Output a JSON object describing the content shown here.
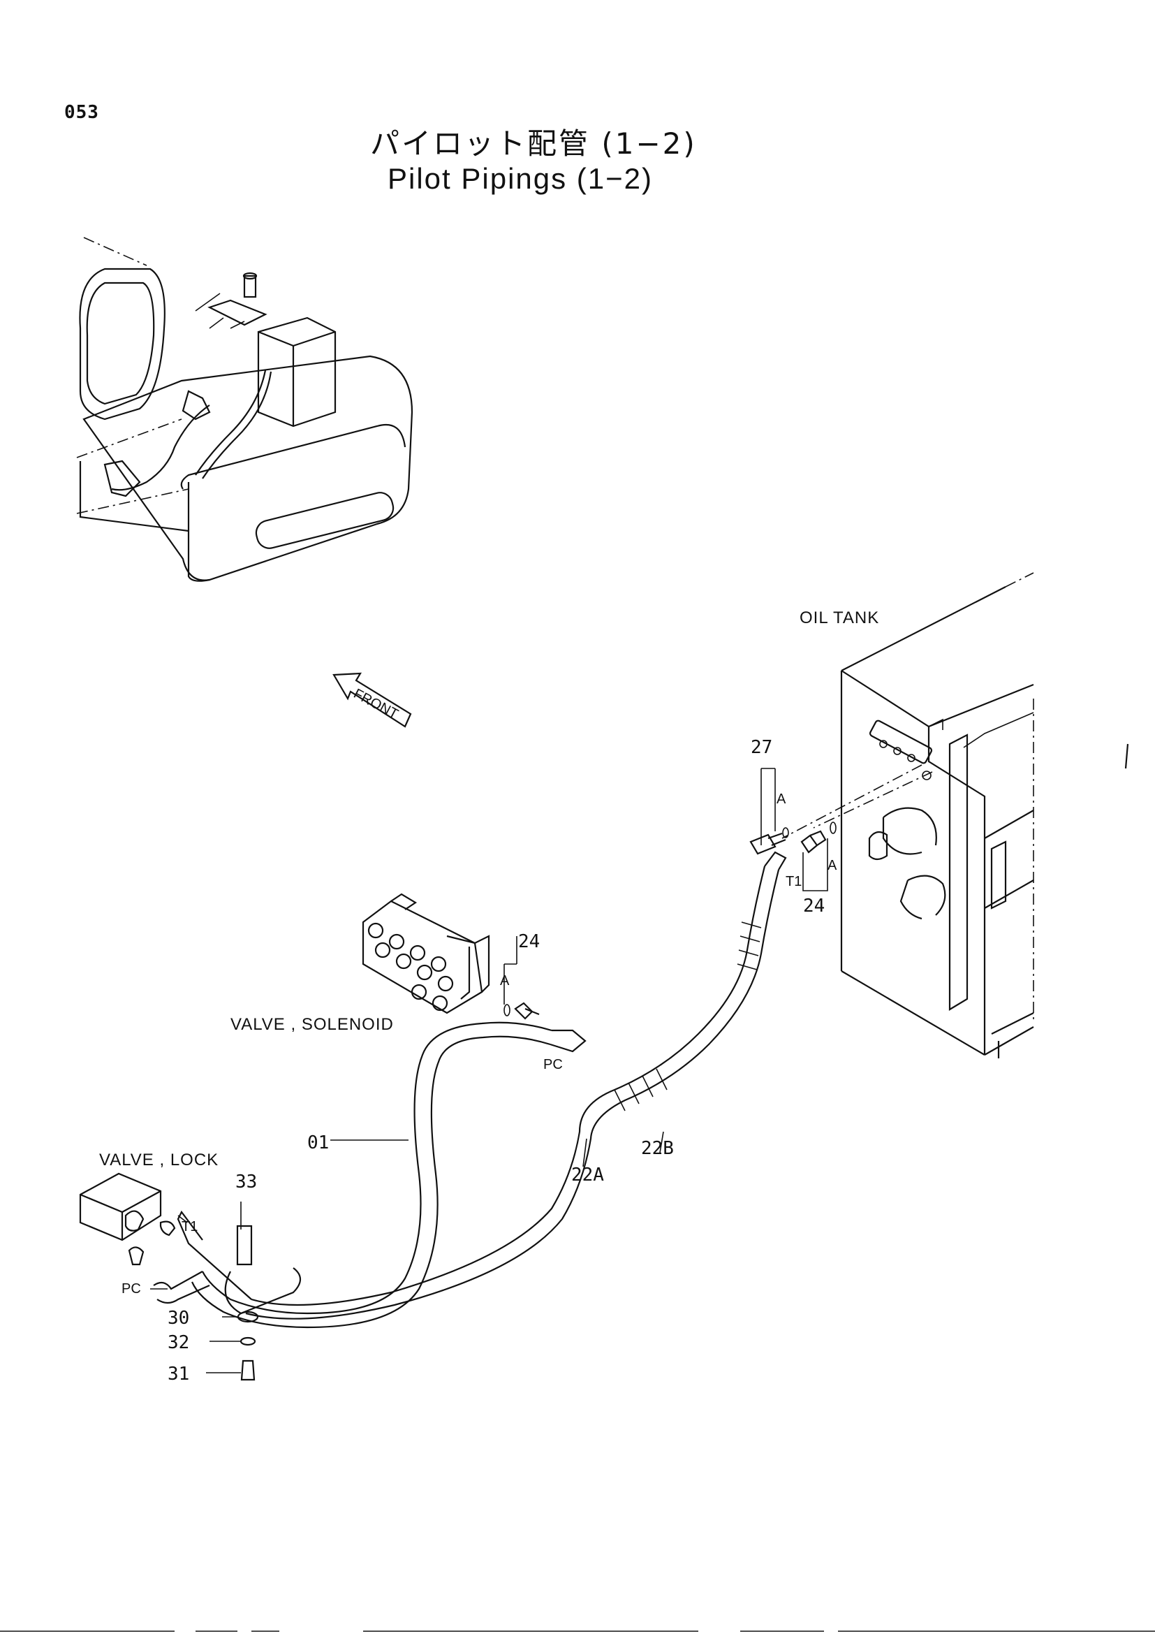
{
  "page_number": "053",
  "title_jp": "パイロット配管 (1−2)",
  "title_en": "Pilot Pipings (1−2)",
  "labels": {
    "oil_tank": "OIL TANK",
    "front": "FRONT",
    "valve_solenoid": "VALVE , SOLENOID",
    "valve_lock": "VALVE , LOCK",
    "pc_solenoid": "PC",
    "pc_lock": "PC",
    "t1_tank": "T1",
    "t1_lock": "T1",
    "a_tank_left": "A",
    "a_tank_right": "A",
    "a_solenoid": "A"
  },
  "callouts": {
    "p27": "27",
    "p24_tank": "24",
    "p24_solenoid": "24",
    "p01": "01",
    "p22B": "22B",
    "p22A": "22A",
    "p33": "33",
    "p30": "30",
    "p32": "32",
    "p31": "31"
  }
}
